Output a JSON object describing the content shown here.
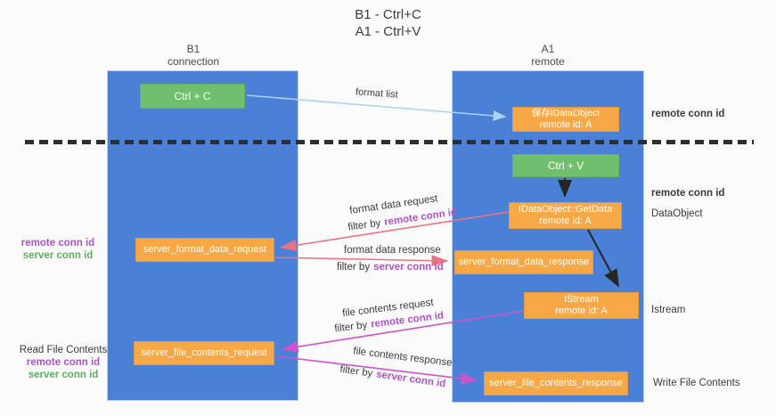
{
  "title": {
    "line1": "B1 - Ctrl+C",
    "line2": "A1 - Ctrl+V"
  },
  "lanes": {
    "left": {
      "title": "B1",
      "subtitle": "connection"
    },
    "right": {
      "title": "A1",
      "subtitle": "remote"
    }
  },
  "nodes": {
    "ctrl_c": {
      "label": "Ctrl + C"
    },
    "ctrl_v": {
      "label": "Ctrl + V"
    },
    "save_dataobject": {
      "line1": "保存IDataObject",
      "line2": "remote id: A"
    },
    "getdata": {
      "line1": "IDataObject::GetData",
      "line2": "remote id: A"
    },
    "istream": {
      "line1": "IStream",
      "line2": "remote id: A"
    },
    "format_request": {
      "label": "server_format_data_request"
    },
    "format_response": {
      "label": "server_format_data_response"
    },
    "file_request": {
      "label": "server_file_contents_request"
    },
    "file_response": {
      "label": "server_file_contents_response"
    }
  },
  "flows": {
    "format_list": {
      "label": "format list"
    },
    "format_request": {
      "label": "format data request",
      "filter": "filter by",
      "key": "remote conn id"
    },
    "format_response": {
      "label": "format data response",
      "filter": "filter by",
      "key": "server conn id"
    },
    "file_request": {
      "label": "file contents request",
      "filter": "filter by",
      "key": "remote conn id"
    },
    "file_response": {
      "label": "file contents response",
      "filter": "filter by",
      "key": "server conn id"
    }
  },
  "annotations": {
    "right_top_conn": "remote conn id",
    "right_mid_conn": "remote conn id",
    "right_dataobject": "DataObject",
    "right_istream": "Istream",
    "right_write": "Write File Contents",
    "left_top": {
      "remote": "remote conn id",
      "server": "server conn id"
    },
    "left_bottom": {
      "read": "Read File Contents",
      "remote": "remote conn id",
      "server": "server conn id"
    }
  },
  "colors": {
    "background": "#fafafa",
    "lane_blue": "#4a80d6",
    "node_orange": "#f7a846",
    "node_green": "#6fbf6c",
    "arrow_light_blue": "#a9d3ef",
    "arrow_salmon": "#e97383",
    "arrow_magenta": "#cb54cb",
    "arrow_black": "#262626",
    "label_purple": "#a855c6",
    "label_green": "#5fae5f"
  }
}
